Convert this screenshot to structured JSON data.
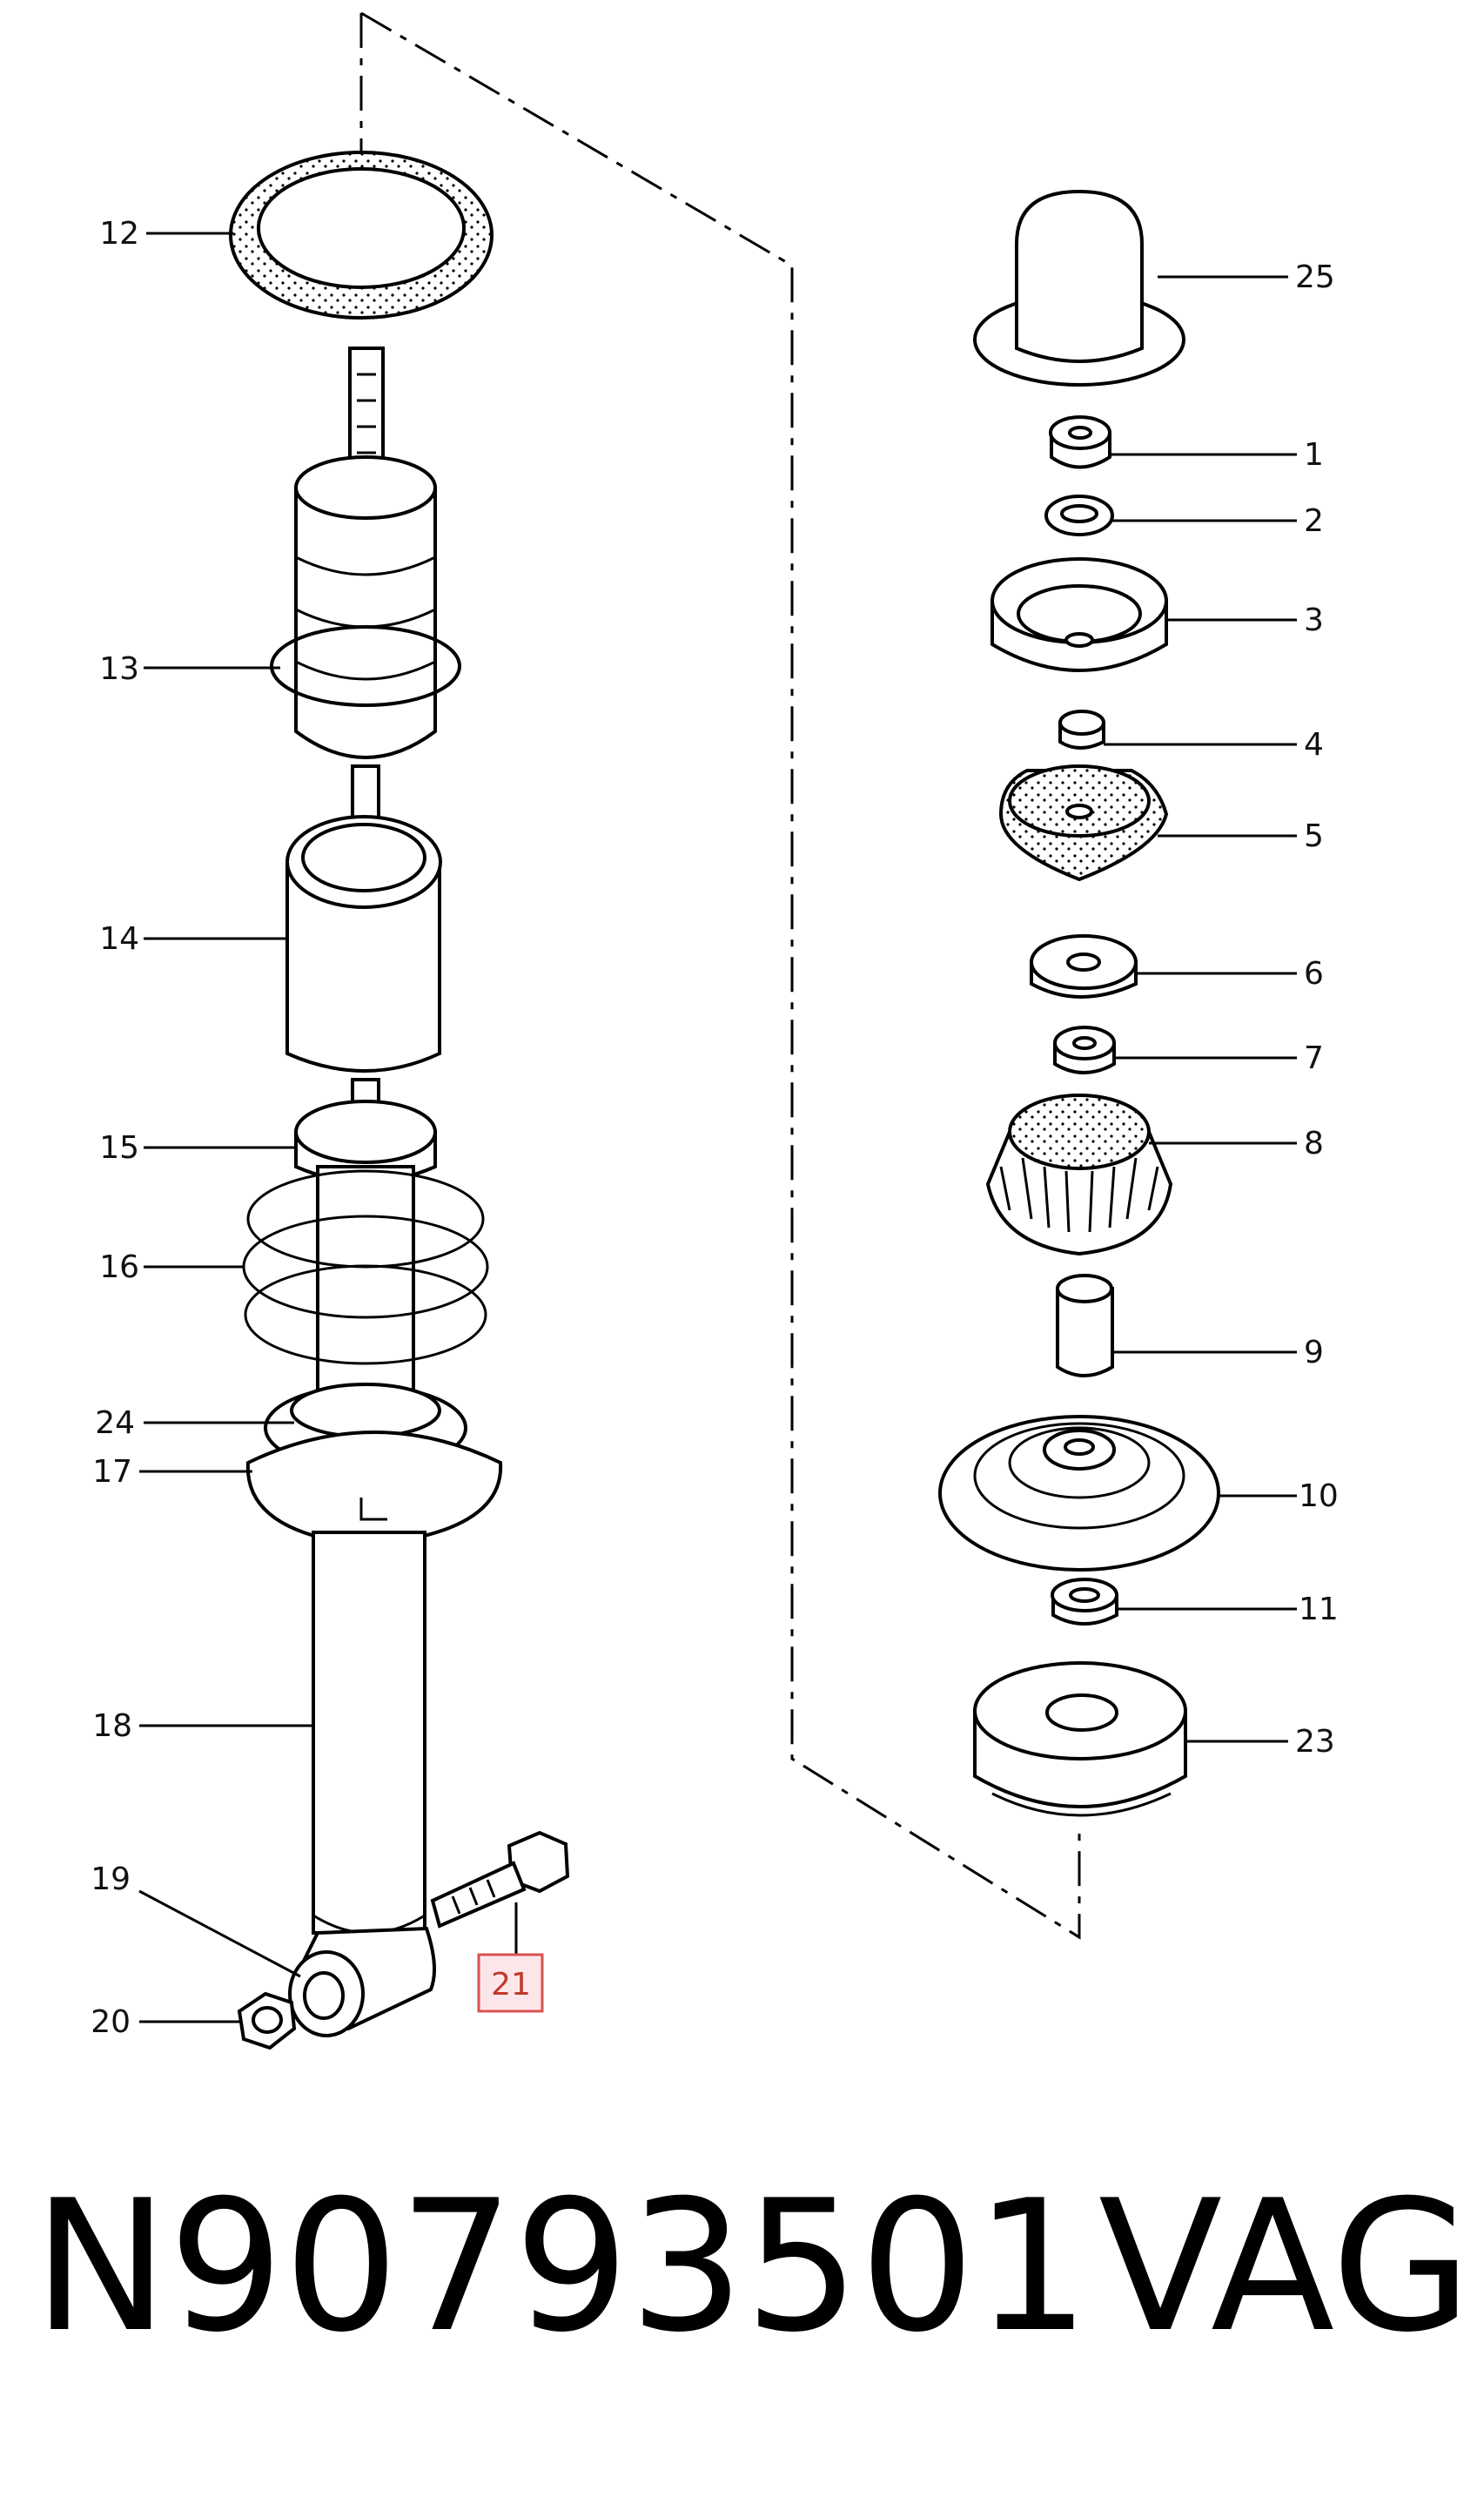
{
  "callouts": {
    "c1": "1",
    "c2": "2",
    "c3": "3",
    "c4": "4",
    "c5": "5",
    "c6": "6",
    "c7": "7",
    "c8": "8",
    "c9": "9",
    "c10": "10",
    "c11": "11",
    "c12": "12",
    "c13": "13",
    "c14": "14",
    "c15": "15",
    "c16": "16",
    "c17": "17",
    "c18": "18",
    "c19": "19",
    "c20": "20",
    "c21": "21",
    "c23": "23",
    "c24": "24",
    "c25": "25"
  },
  "highlighted_callout": "21",
  "highlight_color": "#d9534f",
  "footer": {
    "part_number": "N90793501",
    "brand": "VAG"
  }
}
